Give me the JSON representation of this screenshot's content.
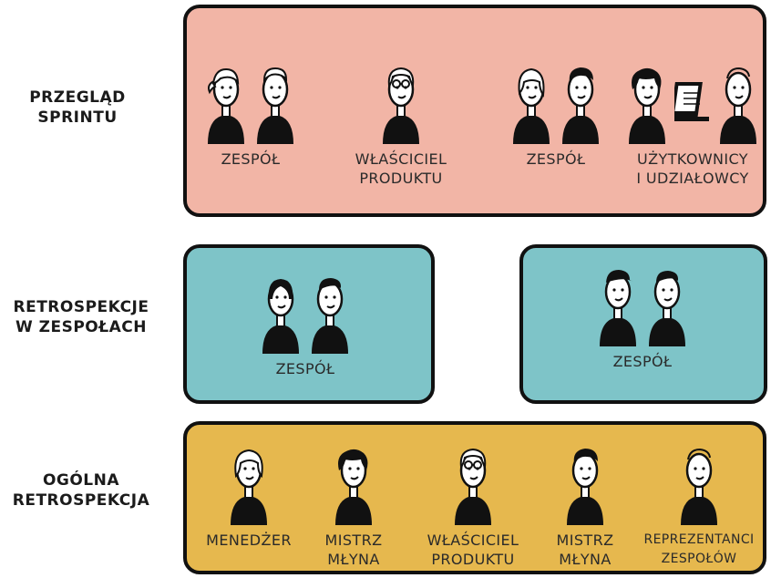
{
  "colors": {
    "review_panel": "#f2b5a6",
    "retro_panel": "#7ec4c8",
    "overall_panel": "#e6b84e",
    "outline": "#111111"
  },
  "rows": [
    {
      "label_lines": [
        "PRZEGLĄD",
        "SPRINTU"
      ],
      "groups": [
        {
          "caption_lines": [
            "ZESPÓŁ"
          ],
          "people": [
            "woman-ponytail",
            "man"
          ]
        },
        {
          "caption_lines": [
            "WŁAŚCICIEL",
            "PRODUKTU"
          ],
          "people": [
            "person-glasses"
          ]
        },
        {
          "caption_lines": [
            "ZESPÓŁ"
          ],
          "people": [
            "woman-long-hair",
            "man-curly-hair"
          ]
        },
        {
          "caption_lines": [
            "UŻYTKOWNICY",
            "I UDZIAŁOWCY"
          ],
          "people": [
            "woman-curly-hair",
            "laptop",
            "man-bald"
          ]
        }
      ]
    },
    {
      "label_lines": [
        "RETROSPEKCJE",
        "W ZESPOŁACH"
      ],
      "groups": [
        {
          "caption_lines": [
            "ZESPÓŁ"
          ],
          "people": [
            "woman-bob",
            "man-dark-hair"
          ]
        },
        {
          "caption_lines": [
            "ZESPÓŁ"
          ],
          "people": [
            "man-cap",
            "man-dark-hair"
          ]
        }
      ]
    },
    {
      "label_lines": [
        "OGÓLNA",
        "RETROSPEKCJA"
      ],
      "groups": [
        {
          "caption_lines": [
            "MENEDŻER"
          ],
          "people": [
            "woman-wavy-hair"
          ]
        },
        {
          "caption_lines": [
            "MISTRZ",
            "MŁYNA"
          ],
          "people": [
            "woman-wavy-dark-hair"
          ]
        },
        {
          "caption_lines": [
            "WŁAŚCICIEL",
            "PRODUKTU"
          ],
          "people": [
            "person-glasses"
          ]
        },
        {
          "caption_lines": [
            "MISTRZ",
            "MŁYNA"
          ],
          "people": [
            "man-curly-hair"
          ]
        },
        {
          "caption_lines": [
            "REPREZENTANCI",
            "ZESPOŁÓW"
          ],
          "people": [
            "man-bald"
          ]
        }
      ]
    }
  ]
}
